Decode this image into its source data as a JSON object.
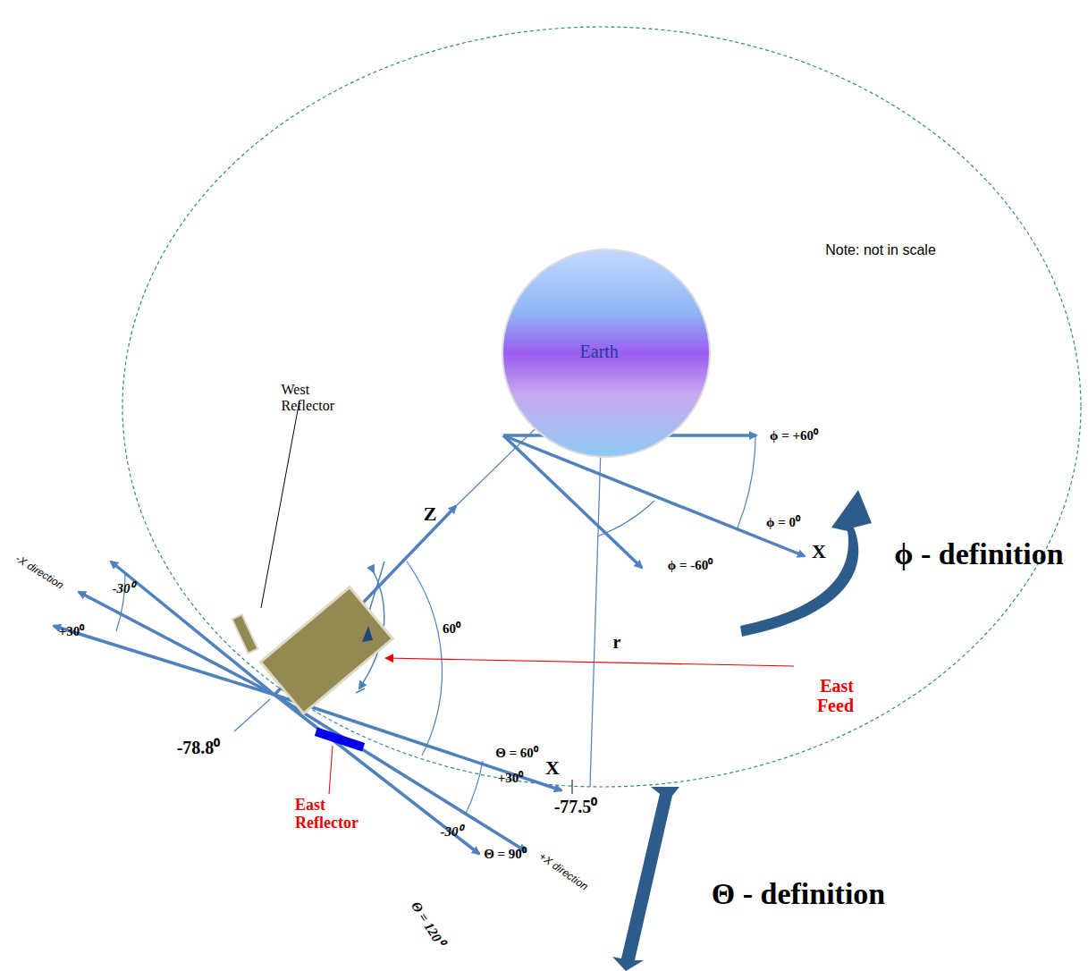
{
  "diagram": {
    "nodes": [
      {
        "text": [
          "Earth"
        ]
      }
    ],
    "labels": [
      "Note:  not in scale",
      "West Reflector",
      "ϕ = +60⁰",
      "ϕ = 0⁰",
      "X",
      "ϕ = -60⁰",
      "ϕ - definition",
      "Z",
      "-X direction",
      "-30⁰",
      "+30⁰",
      "60⁰",
      "r",
      "East Feed",
      "-78.8⁰",
      "East Reflector",
      "Θ = 60⁰",
      "X",
      "+30⁰",
      "-77.5⁰",
      "-30⁰",
      "Θ = 90⁰",
      "+X direction",
      "Θ = 120⁰",
      "Θ - definition"
    ]
  }
}
